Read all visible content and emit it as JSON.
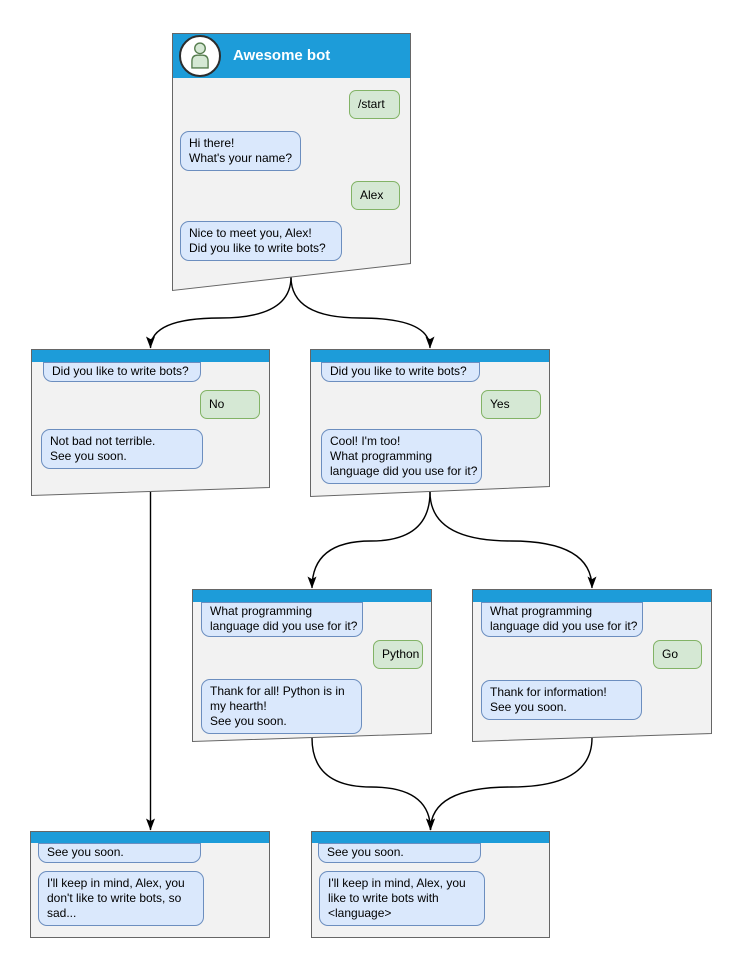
{
  "colors": {
    "header_blue": "#1D9CD9",
    "window_fill": "#F2F2F2",
    "window_border": "#666666",
    "bubble_blue_fill": "#DAE8FC",
    "bubble_blue_border": "#6C8EBF",
    "bubble_green_fill": "#D5E8D4",
    "bubble_green_border": "#82B366",
    "connector": "#000000",
    "avatar_green": "#D5E8D4"
  },
  "windows": {
    "main": {
      "title": "Awesome bot",
      "avatar": "person-icon",
      "messages": [
        {
          "from": "user",
          "lines": [
            "/start"
          ]
        },
        {
          "from": "bot",
          "lines": [
            "Hi there!",
            "What's your name?"
          ]
        },
        {
          "from": "user",
          "lines": [
            "Alex"
          ]
        },
        {
          "from": "bot",
          "lines": [
            "Nice to meet you, Alex!",
            "Did you like to write bots?"
          ]
        }
      ]
    },
    "branch_no": {
      "messages": [
        {
          "from": "bot",
          "lines": [
            "Did you like to write bots?"
          ]
        },
        {
          "from": "user",
          "lines": [
            "No"
          ]
        },
        {
          "from": "bot",
          "lines": [
            "Not bad not terrible.",
            "See you soon."
          ]
        }
      ]
    },
    "branch_yes": {
      "messages": [
        {
          "from": "bot",
          "lines": [
            "Did you like to write bots?"
          ]
        },
        {
          "from": "user",
          "lines": [
            "Yes"
          ]
        },
        {
          "from": "bot",
          "lines": [
            "Cool! I'm too!",
            "What programming",
            "language did you use for it?"
          ]
        }
      ]
    },
    "branch_python": {
      "messages": [
        {
          "from": "bot",
          "lines": [
            "What programming",
            "language did you use for it?"
          ]
        },
        {
          "from": "user",
          "lines": [
            "Python"
          ]
        },
        {
          "from": "bot",
          "lines": [
            "Thank for all! Python is in",
            "my hearth!",
            "See you soon."
          ]
        }
      ]
    },
    "branch_go": {
      "messages": [
        {
          "from": "bot",
          "lines": [
            "What programming",
            "language did you use for it?"
          ]
        },
        {
          "from": "user",
          "lines": [
            "Go"
          ]
        },
        {
          "from": "bot",
          "lines": [
            "Thank for information!",
            "See you soon."
          ]
        }
      ]
    },
    "end_no": {
      "messages": [
        {
          "from": "bot",
          "lines": [
            "See you soon."
          ]
        },
        {
          "from": "bot",
          "lines": [
            "I'll keep in mind, Alex, you",
            "don't like to write bots, so",
            "sad..."
          ]
        }
      ]
    },
    "end_yes": {
      "messages": [
        {
          "from": "bot",
          "lines": [
            "See you soon."
          ]
        },
        {
          "from": "bot",
          "lines": [
            "I'll keep in mind, Alex, you",
            "like to write bots with",
            "<language>"
          ]
        }
      ]
    }
  }
}
